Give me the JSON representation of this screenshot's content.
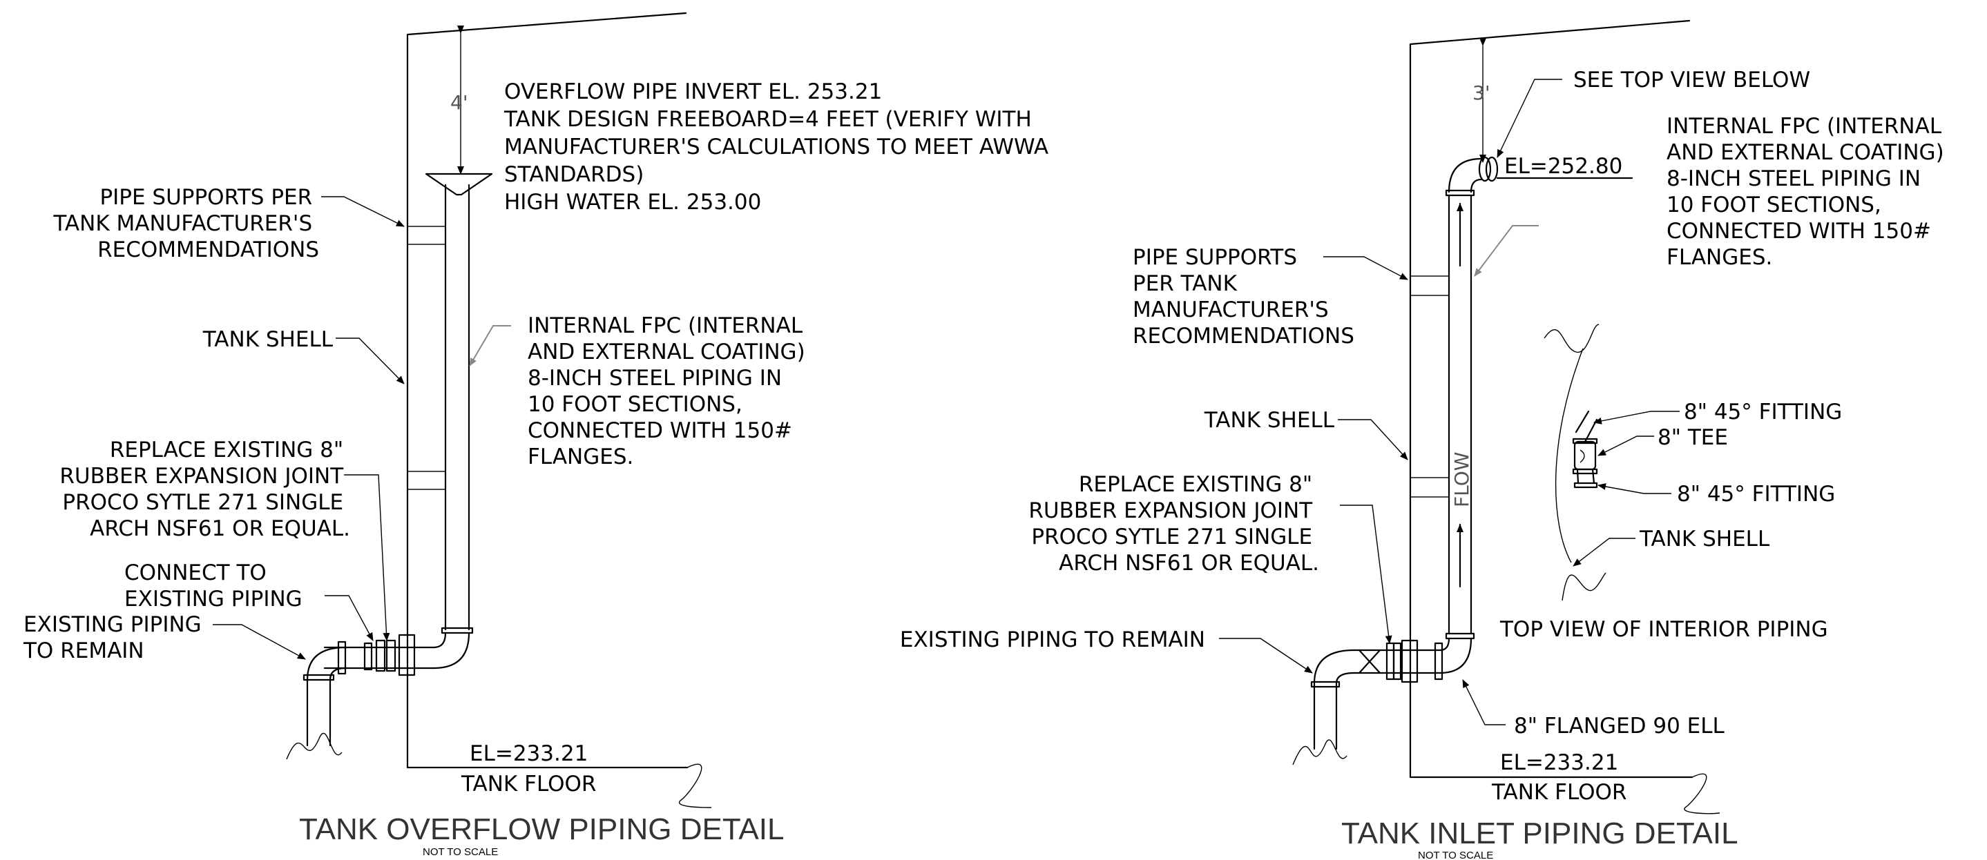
{
  "overflow_detail": {
    "dimension": "4'",
    "notes_top": [
      "OVERFLOW PIPE INVERT EL. 253.21",
      "TANK DESIGN FREEBOARD=4 FEET (VERIFY WITH",
      "MANUFACTURER'S CALCULATIONS TO MEET AWWA",
      "STANDARDS)",
      "HIGH WATER EL. 253.00"
    ],
    "pipe_supports": [
      "PIPE SUPPORTS PER",
      "TANK MANUFACTURER'S",
      "RECOMMENDATIONS"
    ],
    "tank_shell": "TANK SHELL",
    "internal_fpc": [
      "INTERNAL FPC (INTERNAL",
      "AND EXTERNAL COATING)",
      "8-INCH  STEEL PIPING IN",
      "10 FOOT SECTIONS,",
      "CONNECTED WITH 150#",
      "FLANGES."
    ],
    "replace_joint": [
      "REPLACE EXISTING 8\"",
      "RUBBER EXPANSION JOINT",
      "PROCO SYTLE 271 SINGLE",
      "ARCH NSF61 OR EQUAL."
    ],
    "connect": [
      "CONNECT TO",
      "EXISTING PIPING"
    ],
    "existing": [
      "EXISTING PIPING",
      "TO REMAIN"
    ],
    "floor_el": "EL=233.21",
    "floor_label": "TANK FLOOR",
    "title": "TANK OVERFLOW PIPING DETAIL",
    "subtitle": "NOT TO SCALE"
  },
  "inlet_detail": {
    "dimension": "3'",
    "see_top_view": "SEE TOP VIEW BELOW",
    "elevation": "EL=252.80",
    "internal_fpc": [
      "INTERNAL FPC (INTERNAL",
      "AND EXTERNAL COATING)",
      "8-INCH  STEEL PIPING IN",
      "10 FOOT SECTIONS,",
      "CONNECTED WITH 150#",
      "FLANGES."
    ],
    "pipe_supports": [
      "PIPE SUPPORTS",
      "PER TANK",
      "MANUFACTURER'S",
      "RECOMMENDATIONS"
    ],
    "tank_shell": "TANK SHELL",
    "flow": "FLOW",
    "replace_joint": [
      "REPLACE EXISTING 8\"",
      "RUBBER EXPANSION JOINT",
      "PROCO SYTLE 271 SINGLE",
      "ARCH NSF61 OR EQUAL."
    ],
    "existing": "EXISTING PIPING TO REMAIN",
    "fitting_1": "8\" 45° FITTING",
    "tee": "8\" TEE",
    "fitting_2": "8\" 45° FITTING",
    "top_shell": "TANK SHELL",
    "top_view": "TOP VIEW OF INTERIOR PIPING",
    "ell": "8\" FLANGED 90 ELL",
    "floor_el": "EL=233.21",
    "floor_label": "TANK FLOOR",
    "title": "TANK INLET PIPING DETAIL",
    "subtitle": "NOT TO SCALE"
  }
}
